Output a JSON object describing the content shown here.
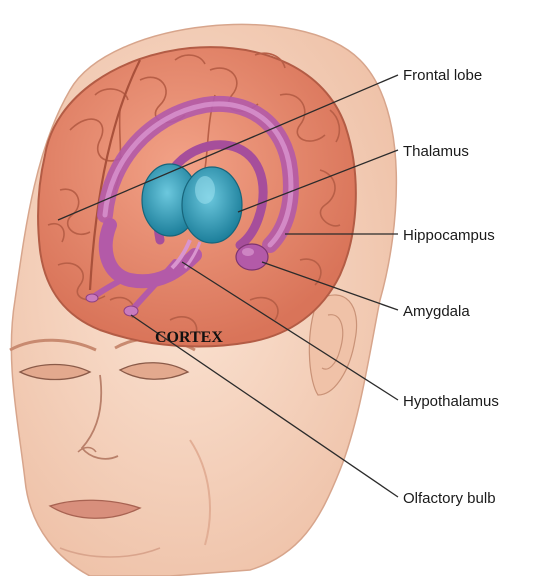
{
  "labels": {
    "frontal_lobe": "Frontal lobe",
    "thalamus": "Thalamus",
    "hippocampus": "Hippocampus",
    "amygdala": "Amygdala",
    "hypothalamus": "Hypothalamus",
    "olfactory_bulb": "Olfactory bulb",
    "cortex": "CORTEX"
  },
  "colors": {
    "skin": "#f6d6c2",
    "skin_shadow": "#e8b8a0",
    "brain": "#e98a6e",
    "brain_dark": "#c96b52",
    "limbic": "#b35aa8",
    "limbic_light": "#cf86c6",
    "thalamus": "#2a9ab8",
    "leader_line": "#2b2b2b"
  }
}
